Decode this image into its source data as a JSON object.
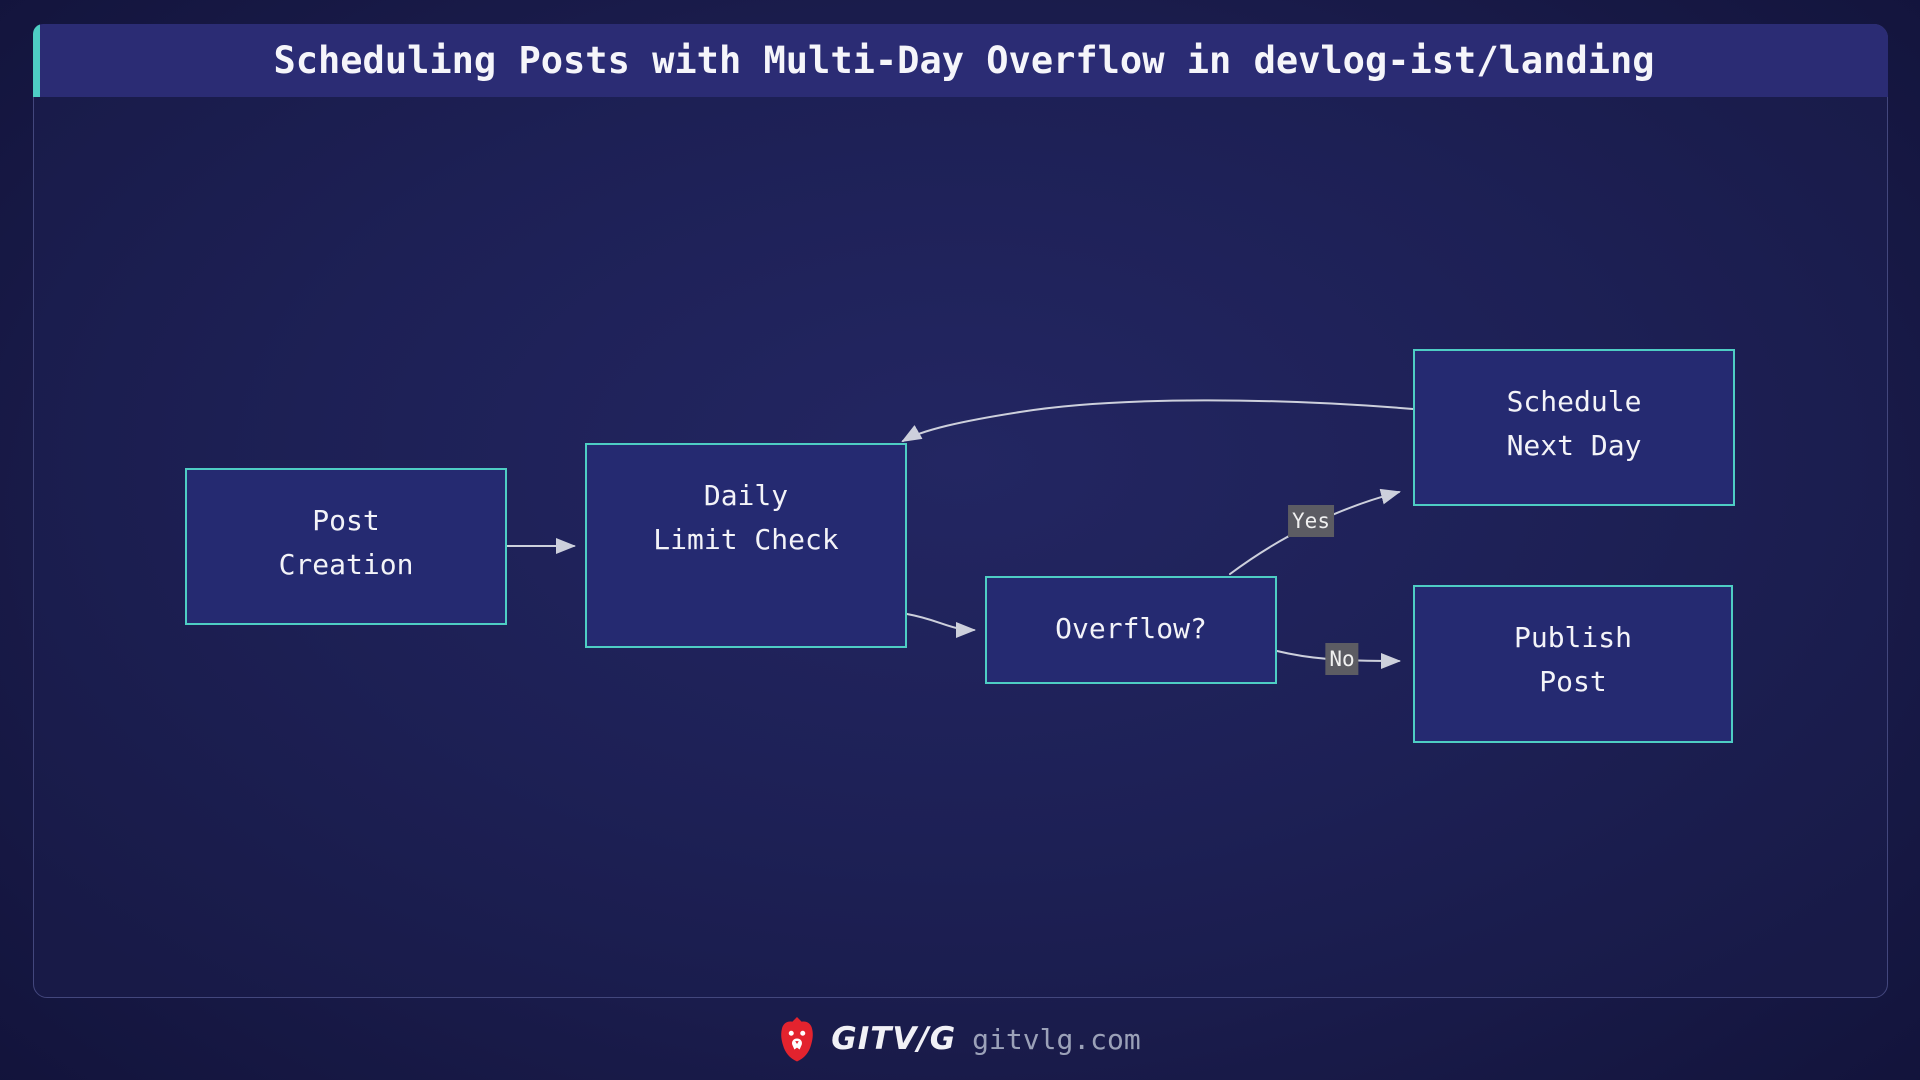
{
  "header": {
    "title": "Scheduling Posts with Multi-Day Overflow in devlog-ist/landing"
  },
  "diagram": {
    "type": "flowchart",
    "nodes": [
      {
        "id": "post-creation",
        "lines": [
          "Post",
          "Creation"
        ]
      },
      {
        "id": "daily-limit-check",
        "lines": [
          "Daily",
          "Limit Check"
        ]
      },
      {
        "id": "overflow-decision",
        "lines": [
          "Overflow?"
        ]
      },
      {
        "id": "schedule-next-day",
        "lines": [
          "Schedule",
          "Next Day"
        ]
      },
      {
        "id": "publish-post",
        "lines": [
          "Publish",
          "Post"
        ]
      }
    ],
    "edges": [
      {
        "from": "post-creation",
        "to": "daily-limit-check",
        "label": ""
      },
      {
        "from": "daily-limit-check",
        "to": "overflow-decision",
        "label": ""
      },
      {
        "from": "overflow-decision",
        "to": "schedule-next-day",
        "label": "Yes"
      },
      {
        "from": "overflow-decision",
        "to": "publish-post",
        "label": "No"
      },
      {
        "from": "schedule-next-day",
        "to": "daily-limit-check",
        "label": ""
      }
    ],
    "colors": {
      "node_border": "#4ecdc4",
      "node_fill": "#252a71",
      "edge": "#cdd0dc",
      "edge_label_bg": "#5c5c63",
      "header_bg": "#2b2c74",
      "accent": "#4ecdc4",
      "panel_bg": "#1d2055",
      "outer_bg": "#111238"
    }
  },
  "footer": {
    "brand": "GITV/G",
    "domain": "gitvlg.com",
    "logo": "lion-icon",
    "logo_color": "#e3232e"
  }
}
